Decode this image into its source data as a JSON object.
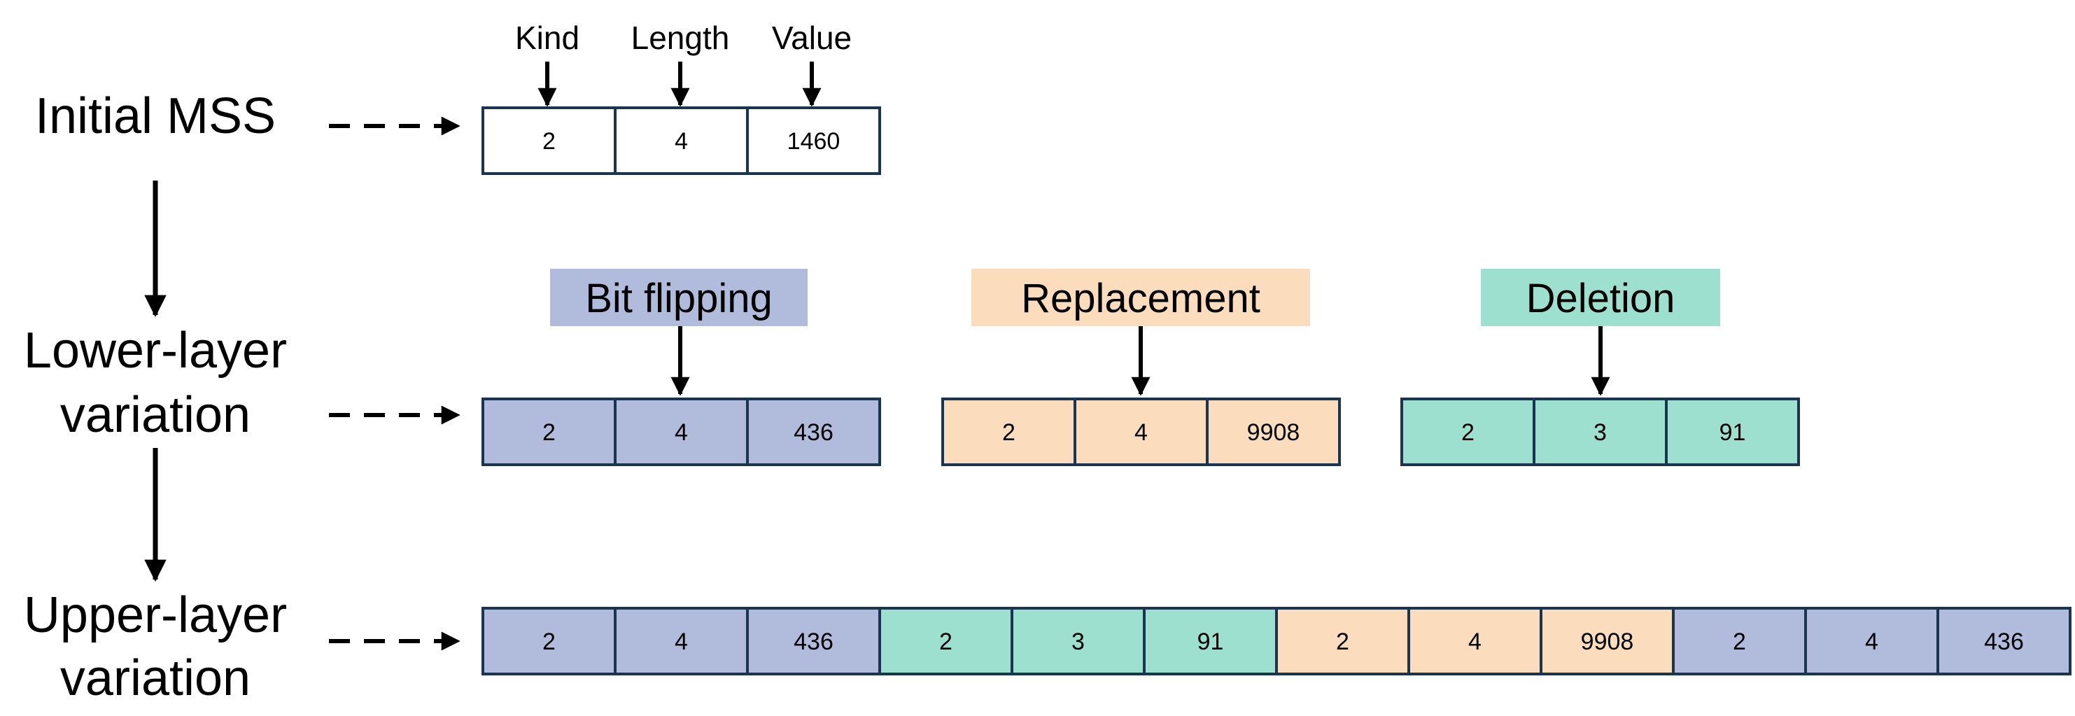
{
  "colors": {
    "white": "#ffffff",
    "bit_flipping": "#b1bcdd",
    "replacement": "#fbdcbc",
    "deletion": "#9ee0d0",
    "border": "#1a3550",
    "arrow": "#000000"
  },
  "row_labels": {
    "initial": [
      "Initial MSS"
    ],
    "lower": [
      "Lower-layer",
      "variation"
    ],
    "upper": [
      "Upper-layer",
      "variation"
    ]
  },
  "field_labels": {
    "kind": "Kind",
    "length": "Length",
    "value": "Value"
  },
  "operations": {
    "bit_flipping": "Bit flipping",
    "replacement": "Replacement",
    "deletion": "Deletion"
  },
  "initial_option": {
    "color": "white",
    "cells": [
      "2",
      "4",
      "1460"
    ]
  },
  "lower_options": [
    {
      "color": "bit_flipping",
      "cells": [
        "2",
        "4",
        "436"
      ]
    },
    {
      "color": "replacement",
      "cells": [
        "2",
        "4",
        "9908"
      ]
    },
    {
      "color": "deletion",
      "cells": [
        "2",
        "3",
        "91"
      ]
    }
  ],
  "upper_sequence": [
    {
      "color": "bit_flipping",
      "cells": [
        "2",
        "4",
        "436"
      ]
    },
    {
      "color": "deletion",
      "cells": [
        "2",
        "3",
        "91"
      ]
    },
    {
      "color": "replacement",
      "cells": [
        "2",
        "4",
        "9908"
      ]
    },
    {
      "color": "bit_flipping",
      "cells": [
        "2",
        "4",
        "436"
      ]
    }
  ]
}
